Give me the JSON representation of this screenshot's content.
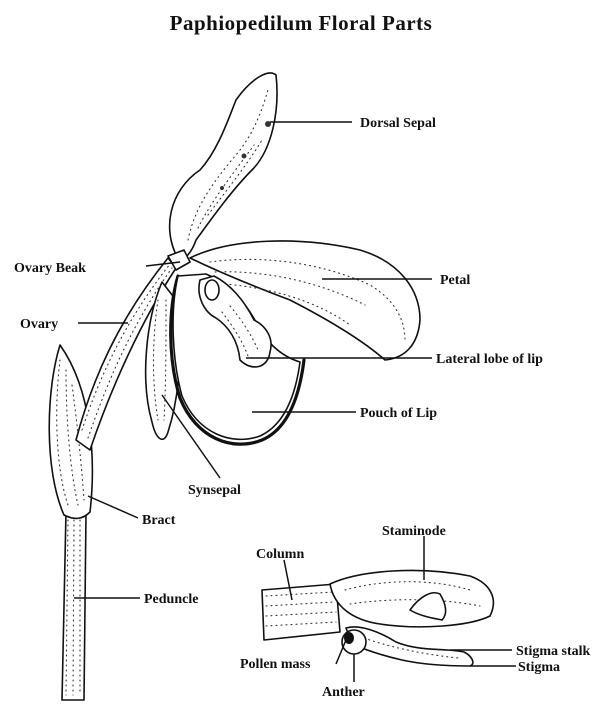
{
  "title": "Paphiopedilum Floral Parts",
  "labels": {
    "dorsal_sepal": "Dorsal Sepal",
    "ovary_beak": "Ovary Beak",
    "petal": "Petal",
    "ovary": "Ovary",
    "lateral_lobe": "Lateral lobe of lip",
    "pouch": "Pouch  of  Lip",
    "synsepal": "Synsepal",
    "bract": "Bract",
    "peduncle": "Peduncle",
    "staminode": "Staminode",
    "column": "Column",
    "stigma_stalk": "Stigma stalk",
    "pollen_mass": "Pollen mass",
    "stigma": "Stigma",
    "anther": "Anther"
  }
}
